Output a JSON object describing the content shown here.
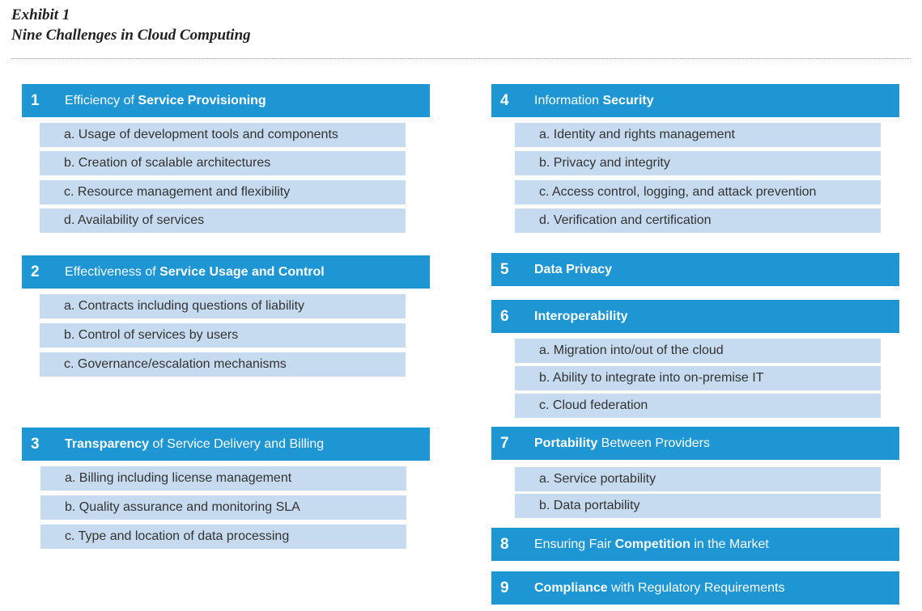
{
  "exhibit": "Exhibit 1",
  "subtitle": "Nine Challenges in Cloud Computing",
  "challenges": [
    {
      "num": "1",
      "pre": "Efficiency of ",
      "bold": "Service Provisioning",
      "post": "",
      "items": [
        "a. Usage of development tools and components",
        "b. Creation of scalable architectures",
        "c. Resource management and flexibility",
        "d. Availability of services"
      ]
    },
    {
      "num": "2",
      "pre": "Effectiveness of ",
      "bold": "Service Usage and Control",
      "post": "",
      "items": [
        "a. Contracts including questions of liability",
        "b. Control of services by users",
        "c. Governance/escalation mechanisms"
      ]
    },
    {
      "num": "3",
      "pre": "",
      "bold": "Transparency",
      "post": " of Service Delivery and Billing",
      "items": [
        "a. Billing including license management",
        "b. Quality assurance and monitoring SLA",
        "c. Type and location of data processing"
      ]
    },
    {
      "num": "4",
      "pre": "Information ",
      "bold": "Security",
      "post": "",
      "items": [
        "a. Identity and rights management",
        "b. Privacy and integrity",
        "c. Access control, logging, and attack prevention",
        "d. Verification and certification"
      ]
    },
    {
      "num": "5",
      "pre": "",
      "bold": "Data Privacy",
      "post": "",
      "items": []
    },
    {
      "num": "6",
      "pre": "",
      "bold": "Interoperability",
      "post": "",
      "items": [
        "a. Migration into/out of the cloud",
        "b. Ability to integrate into on-premise IT",
        "c. Cloud federation"
      ]
    },
    {
      "num": "7",
      "pre": "",
      "bold": "Portability",
      "post": " Between Providers",
      "items": [
        "a. Service portability",
        "b. Data portability"
      ]
    },
    {
      "num": "8",
      "pre": "Ensuring Fair ",
      "bold": "Competition",
      "post": " in the Market",
      "items": []
    },
    {
      "num": "9",
      "pre": "",
      "bold": "Compliance",
      "post": " with Regulatory Requirements",
      "items": []
    }
  ],
  "colors": {
    "header": "#1e96d3",
    "item": "#c6dbf0",
    "header_text": "#ffffff",
    "item_text": "#333333"
  }
}
